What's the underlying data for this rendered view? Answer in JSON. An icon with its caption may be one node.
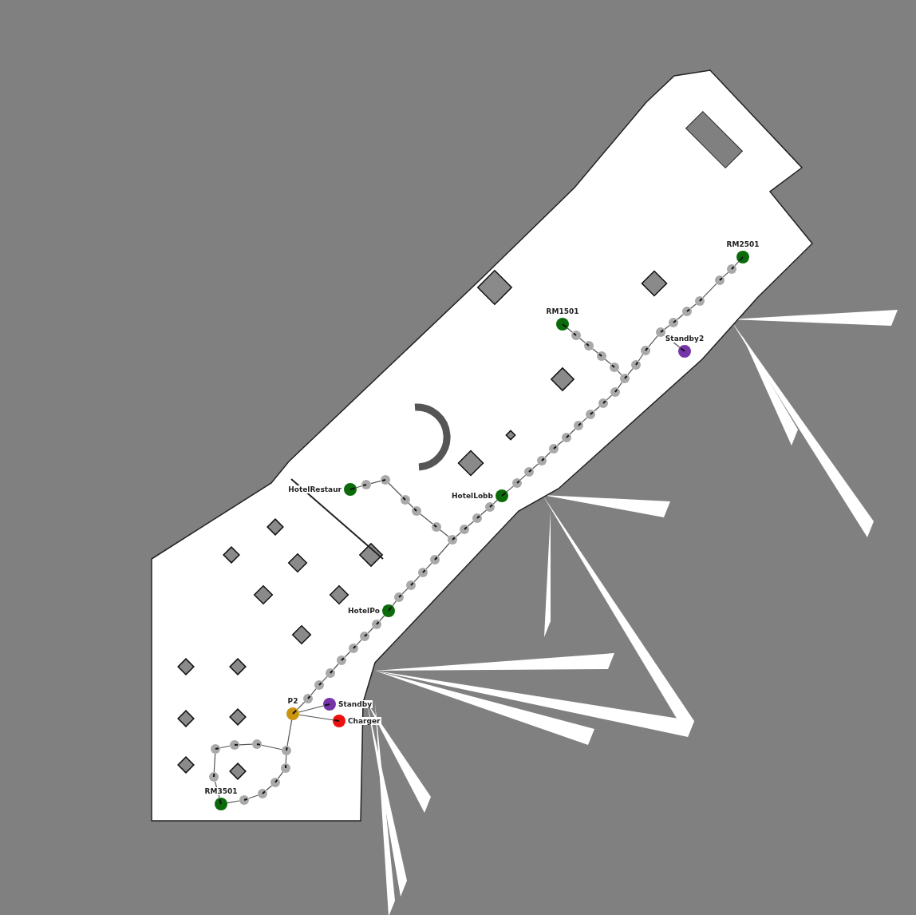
{
  "diagram": {
    "nodes": [
      {
        "text": [
          "RM2501"
        ]
      },
      {
        "text": [],
        "shape": "circle"
      },
      {
        "text": [],
        "shape": "circle"
      },
      {
        "text": [],
        "shape": "circle"
      },
      {
        "text": [],
        "shape": "circle"
      },
      {
        "text": [],
        "shape": "circle"
      },
      {
        "text": [],
        "shape": "circle"
      },
      {
        "text": [
          "Standby2"
        ]
      },
      {
        "text": [],
        "shape": "circle"
      },
      {
        "text": [],
        "shape": "circle"
      },
      {
        "text": [
          "RM1501"
        ]
      },
      {
        "text": [],
        "shape": "circle"
      },
      {
        "text": [],
        "shape": "circle"
      },
      {
        "text": [],
        "shape": "circle"
      },
      {
        "text": [],
        "shape": "circle"
      },
      {
        "text": [],
        "shape": "circle"
      },
      {
        "text": [],
        "shape": "circle"
      },
      {
        "text": [],
        "shape": "circle"
      },
      {
        "text": [],
        "shape": "circle"
      },
      {
        "text": [],
        "shape": "circle"
      },
      {
        "text": [],
        "shape": "circle"
      },
      {
        "text": [],
        "shape": "circle"
      },
      {
        "text": [],
        "shape": "circle"
      },
      {
        "text": [],
        "shape": "circle"
      },
      {
        "text": [],
        "shape": "circle"
      },
      {
        "text": [
          "HotelLobb"
        ]
      },
      {
        "text": [
          "HotelRestaur"
        ]
      },
      {
        "text": [],
        "shape": "circle"
      },
      {
        "text": [],
        "shape": "circle"
      },
      {
        "text": [],
        "shape": "circle"
      },
      {
        "text": [],
        "shape": "circle"
      },
      {
        "text": [],
        "shape": "circle"
      },
      {
        "text": [],
        "shape": "circle"
      },
      {
        "text": [],
        "shape": "circle"
      },
      {
        "text": [],
        "shape": "circle"
      },
      {
        "text": [],
        "shape": "circle"
      },
      {
        "text": [],
        "shape": "circle"
      },
      {
        "text": [],
        "shape": "circle"
      },
      {
        "text": [],
        "shape": "circle"
      },
      {
        "text": [],
        "shape": "circle"
      },
      {
        "text": [
          "HotelPo"
        ]
      },
      {
        "text": [],
        "shape": "circle"
      },
      {
        "text": [],
        "shape": "circle"
      },
      {
        "text": [],
        "shape": "circle"
      },
      {
        "text": [],
        "shape": "circle"
      },
      {
        "text": [],
        "shape": "circle"
      },
      {
        "text": [],
        "shape": "circle"
      },
      {
        "text": [],
        "shape": "circle"
      },
      {
        "text": [
          "P2"
        ]
      },
      {
        "text": [
          "Standby"
        ]
      },
      {
        "text": [
          "Charger"
        ]
      },
      {
        "text": [],
        "shape": "circle"
      },
      {
        "text": [],
        "shape": "circle"
      },
      {
        "text": [],
        "shape": "circle"
      },
      {
        "text": [],
        "shape": "circle"
      },
      {
        "text": [],
        "shape": "circle"
      },
      {
        "text": [],
        "shape": "circle"
      },
      {
        "text": [],
        "shape": "circle"
      },
      {
        "text": [],
        "shape": "circle"
      },
      {
        "text": [],
        "shape": "circle"
      },
      {
        "text": [
          "RM3501"
        ]
      }
    ],
    "edges": [
      {
        "from": 0,
        "to": 1,
        "arrow": "none"
      },
      {
        "from": 1,
        "to": 2,
        "arrow": "none"
      },
      {
        "from": 2,
        "to": 3,
        "arrow": "none"
      },
      {
        "from": 3,
        "to": 4,
        "arrow": "none"
      },
      {
        "from": 4,
        "to": 5,
        "arrow": "none"
      },
      {
        "from": 5,
        "to": 6,
        "arrow": "none"
      },
      {
        "from": 6,
        "to": 7,
        "arrow": "none"
      },
      {
        "from": 6,
        "to": 8,
        "arrow": "none"
      },
      {
        "from": 8,
        "to": 9,
        "arrow": "none"
      },
      {
        "from": 9,
        "to": 15,
        "arrow": "none"
      },
      {
        "from": 10,
        "to": 11,
        "arrow": "none"
      },
      {
        "from": 11,
        "to": 12,
        "arrow": "none"
      },
      {
        "from": 12,
        "to": 13,
        "arrow": "none"
      },
      {
        "from": 13,
        "to": 14,
        "arrow": "none"
      },
      {
        "from": 14,
        "to": 15,
        "arrow": "none"
      },
      {
        "from": 15,
        "to": 16,
        "arrow": "none"
      },
      {
        "from": 16,
        "to": 17,
        "arrow": "none"
      },
      {
        "from": 17,
        "to": 18,
        "arrow": "none"
      },
      {
        "from": 18,
        "to": 19,
        "arrow": "none"
      },
      {
        "from": 19,
        "to": 20,
        "arrow": "none"
      },
      {
        "from": 20,
        "to": 21,
        "arrow": "none"
      },
      {
        "from": 21,
        "to": 22,
        "arrow": "none"
      },
      {
        "from": 22,
        "to": 23,
        "arrow": "none"
      },
      {
        "from": 23,
        "to": 24,
        "arrow": "none"
      },
      {
        "from": 24,
        "to": 25,
        "arrow": "none"
      },
      {
        "from": 25,
        "to": 29,
        "arrow": "none"
      },
      {
        "from": 29,
        "to": 30,
        "arrow": "none"
      },
      {
        "from": 30,
        "to": 31,
        "arrow": "none"
      },
      {
        "from": 31,
        "to": 35,
        "arrow": "none"
      },
      {
        "from": 26,
        "to": 27,
        "arrow": "none"
      },
      {
        "from": 27,
        "to": 28,
        "arrow": "none"
      },
      {
        "from": 28,
        "to": 32,
        "arrow": "none"
      },
      {
        "from": 32,
        "to": 33,
        "arrow": "none"
      },
      {
        "from": 33,
        "to": 34,
        "arrow": "none"
      },
      {
        "from": 34,
        "to": 35,
        "arrow": "none"
      },
      {
        "from": 35,
        "to": 36,
        "arrow": "none"
      },
      {
        "from": 36,
        "to": 37,
        "arrow": "none"
      },
      {
        "from": 37,
        "to": 38,
        "arrow": "none"
      },
      {
        "from": 38,
        "to": 39,
        "arrow": "none"
      },
      {
        "from": 39,
        "to": 40,
        "arrow": "none"
      },
      {
        "from": 40,
        "to": 41,
        "arrow": "none"
      },
      {
        "from": 41,
        "to": 42,
        "arrow": "none"
      },
      {
        "from": 42,
        "to": 43,
        "arrow": "none"
      },
      {
        "from": 43,
        "to": 44,
        "arrow": "none"
      },
      {
        "from": 44,
        "to": 45,
        "arrow": "none"
      },
      {
        "from": 45,
        "to": 46,
        "arrow": "none"
      },
      {
        "from": 46,
        "to": 47,
        "arrow": "none"
      },
      {
        "from": 47,
        "to": 48,
        "arrow": "none"
      },
      {
        "from": 48,
        "to": 49,
        "arrow": "none"
      },
      {
        "from": 48,
        "to": 50,
        "arrow": "none"
      },
      {
        "from": 48,
        "to": 54,
        "arrow": "none"
      },
      {
        "from": 54,
        "to": 53,
        "arrow": "none"
      },
      {
        "from": 53,
        "to": 52,
        "arrow": "none"
      },
      {
        "from": 52,
        "to": 51,
        "arrow": "none"
      },
      {
        "from": 51,
        "to": 56,
        "arrow": "none"
      },
      {
        "from": 56,
        "to": 60,
        "arrow": "none"
      },
      {
        "from": 54,
        "to": 55,
        "arrow": "none"
      },
      {
        "from": 55,
        "to": 57,
        "arrow": "none"
      },
      {
        "from": 57,
        "to": 58,
        "arrow": "none"
      },
      {
        "from": 58,
        "to": 59,
        "arrow": "none"
      },
      {
        "from": 59,
        "to": 60,
        "arrow": "none"
      }
    ]
  }
}
